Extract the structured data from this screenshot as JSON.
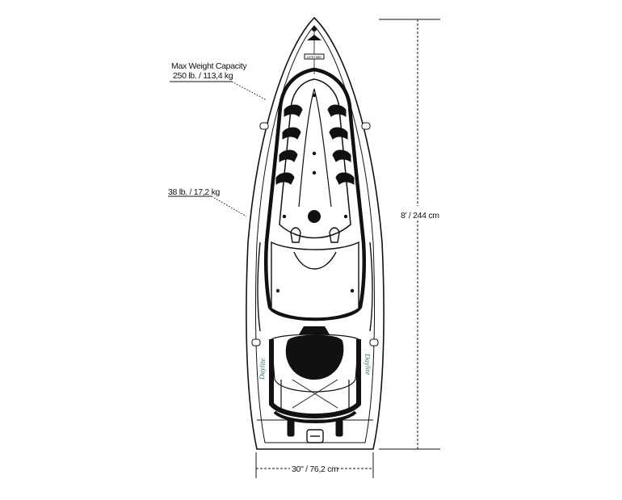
{
  "labels": {
    "max_weight_title": "Max Weight Capacity",
    "max_weight_value": "250 lb. / 113,4 kg",
    "boat_weight": "38 lb. / 17,2 kg",
    "length": "8' / 244 cm",
    "width": "30\" / 76,2 cm"
  },
  "decals": {
    "logo_plate": "LIFETIME",
    "side_script": "Daylite"
  }
}
